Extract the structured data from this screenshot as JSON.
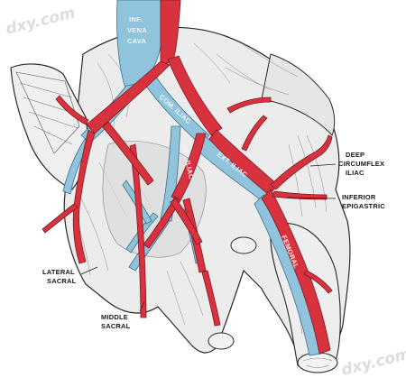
{
  "watermark": {
    "top_left": "dxy.com",
    "bottom_right": "dxy.com"
  },
  "labels": {
    "ivc_line1": "INF.",
    "ivc_line2": "VENA",
    "ivc_line3": "CAVA",
    "com_iliac": "COM. ILIAC",
    "int_iliac": "INT. ILIAC",
    "ext_iliac": "EXT. ILIAC",
    "femoral": "FEMORAL",
    "deep_circ_1": "DEEP",
    "deep_circ_2": "CIRCUMFLEX",
    "deep_circ_3": "ILIAC",
    "inf_epi_1": "INFERIOR",
    "inf_epi_2": "EPIGASTRIC",
    "lat_sacral_1": "LATERAL",
    "lat_sacral_2": "SACRAL",
    "mid_sacral_1": "MIDDLE",
    "mid_sacral_2": "SACRAL"
  },
  "colors": {
    "artery": "#d8323f",
    "vein": "#8fc4dc",
    "tissue": "#e9e9e9",
    "ink": "#2a2a2a"
  }
}
